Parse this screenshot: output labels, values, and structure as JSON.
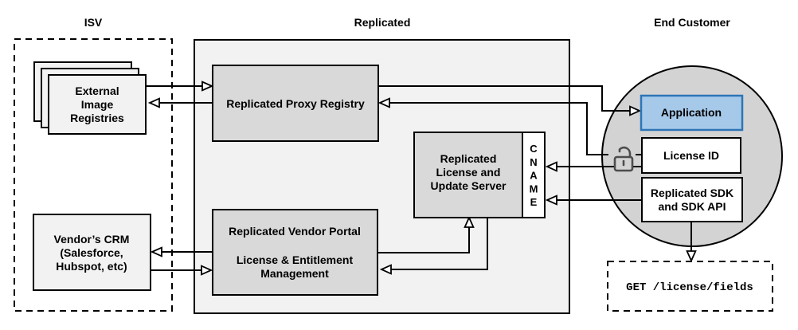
{
  "headers": {
    "isv": "ISV",
    "replicated": "Replicated",
    "end_customer": "End Customer"
  },
  "nodes": {
    "external_image_registries": {
      "line1": "External",
      "line2": "Image",
      "line3": "Registries"
    },
    "vendor_crm": {
      "line1": "Vendor’s CRM",
      "line2": "(Salesforce,",
      "line3": "Hubspot, etc)"
    },
    "proxy_registry": {
      "label": "Replicated Proxy Registry"
    },
    "vendor_portal": {
      "line1": "Replicated Vendor Portal",
      "line2": "License & Entitlement",
      "line3": "Management"
    },
    "license_update_server": {
      "line1": "Replicated",
      "line2": "License and",
      "line3": "Update Server"
    },
    "cname": {
      "l1": "C",
      "l2": "N",
      "l3": "A",
      "l4": "M",
      "l5": "E"
    },
    "application": {
      "label": "Application"
    },
    "license_id": {
      "label": "License ID"
    },
    "replicated_sdk": {
      "line1": "Replicated SDK",
      "line2": "and SDK API"
    },
    "get_endpoint": {
      "label": "GET /license/fields"
    }
  },
  "colors": {
    "canvas_bg": "#ffffff",
    "replicated_bg": "#f2f2f2",
    "light_node_bg": "#f2f2f2",
    "gray_node_bg": "#d9d9d9",
    "circle_bg": "#d3d3d3",
    "white_node_bg": "#ffffff",
    "app_fill": "#a6c9ea",
    "app_border": "#2e75b6",
    "app_text": "#15569e",
    "lock": "#4d4d4d"
  }
}
